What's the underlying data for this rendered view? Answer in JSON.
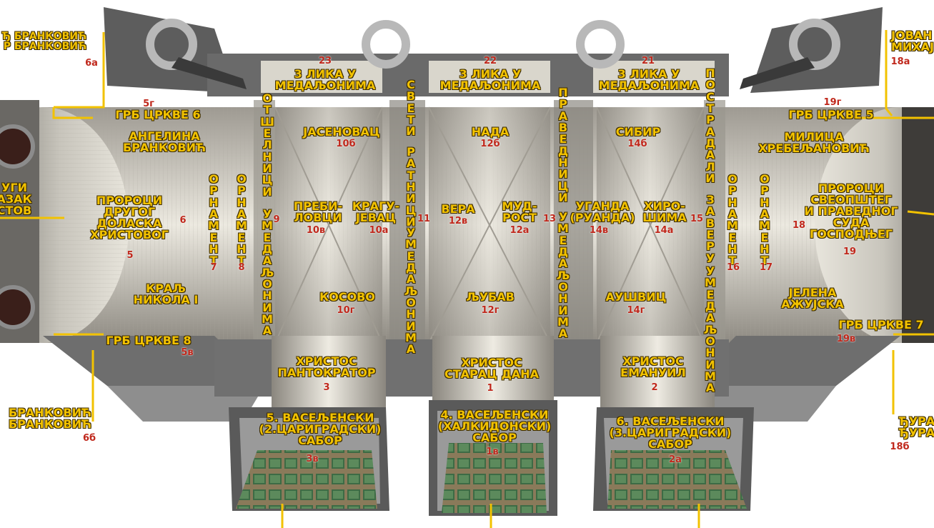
{
  "labels": {
    "pantokrator": "ХРИСТОС\nПАНТОКРАТОР",
    "starac_dana": "ХРИСТОС\nСТАРАЦ ДАНА",
    "emanuil": "ХРИСТОС\nЕМАНУИЛ",
    "sabor5": "5. ВАСЕЉЕНСКИ\n(2.ЦАРИГРАДСКИ)\nСАБОР",
    "sabor4": "4. ВАСЕЉЕНСКИ\n(ХАЛКИДОНСКИ)\nСАБОР",
    "sabor6": "6. ВАСЕЉЕНСКИ\n(3.ЦАРИГРАДСКИ)\nСАБОР",
    "tri_lika": "3 ЛИКА У\nМЕДАЉОНИМА",
    "jasenovac": "ЈАСЕНОВАЦ",
    "nada": "НАДА",
    "sibir": "СИБИР",
    "prebilovci": "ПРЕБИ-\nЛОВЦИ",
    "kragujevac": "КРАГУ-\nЈЕВАЦ",
    "vera": "ВЕРА",
    "mudrost": "МУД-\nРОСТ",
    "uganda": "УГАНДА\n(РУАНДА)",
    "hirosima": "ХИРО-\nШИМА",
    "kosovo": "КОСОВО",
    "ljubav": "ЉУБАВ",
    "ausvic": "АУШВИЦ",
    "angelina": "АНГЕЛИНА\nБРАНКОВИЋ",
    "proroci_drugog": "ПРОРОЦИ\nДРУГОГ\nДОЛАСКА\nХРИСТОВОГ",
    "kralj_nikola": "КРАЉ\nНИКОЛА I",
    "milica": "МИЛИЦА\nХРЕБЕЉАНОВИЋ",
    "proroci_suda": "ПРОРОЦИ\nСВЕОПШТЕГ\nИ ПРАВЕДНОГ\nСУДА\nГОСПОДЊЕГ",
    "jelena": "ЈЕЛЕНА\nАЖУЈСКА",
    "grb6": "ГРБ ЦРКВЕ 6",
    "grb5": "ГРБ ЦРКВЕ 5",
    "grb8": "ГРБ ЦРКВЕ 8",
    "grb7": "ГРБ ЦРКВЕ 7",
    "brankovic_top": "Ђ БРАНКОВИЋ\nР БРАНКОВИЋ",
    "brankovic_bot": "БРАНКОВИЋ\nБРАНКОВИЋ",
    "jovan_mihajlo": "ЈОВАН\nМИХАЈ",
    "djura": "ЂУРА\nЂУРА",
    "drugi_dolazak_left": "УГИ\nАЗАК\nСТОВ",
    "ornament": "ОРНАМЕНТ",
    "otselnici": "ОТШЕЛНИЦИ",
    "u_medaljonima": "У МЕДАЉОНИМА",
    "sveti": "СВЕТИ",
    "ratnici": "РАТНИЦИ",
    "pravednici": "ПРАВЕДНИЦИ",
    "postradali": "ПОСТРАДАЛИ",
    "za_veru": "ЗА ВЕРУ"
  },
  "numbers": {
    "n1": "1",
    "n1v": "1в",
    "n2": "2",
    "n2a": "2а",
    "n3": "3",
    "n3v": "3в",
    "n5": "5",
    "n5g": "5г",
    "n5v": "5в",
    "n6": "6",
    "n6a": "6а",
    "n6b": "6б",
    "n7": "7",
    "n8": "8",
    "n9": "9",
    "n10b": "10б",
    "n10v": "10в",
    "n10a": "10а",
    "n10g": "10г",
    "n11": "11",
    "n12b": "12б",
    "n12v": "12в",
    "n12a": "12а",
    "n12g": "12г",
    "n13": "13",
    "n14b": "14б",
    "n14v": "14в",
    "n14a": "14а",
    "n14g": "14г",
    "n15": "15",
    "n16": "16",
    "n17": "17",
    "n18": "18",
    "n18a": "18а",
    "n18b": "18б",
    "n19": "19",
    "n19g": "19г",
    "n19v": "19в",
    "n21": "21",
    "n22": "22",
    "n23": "23"
  },
  "colors": {
    "label": "#f2c200",
    "number": "#c0281c",
    "outline": "#3a2a00",
    "vault_light": "#e9e6dc",
    "vault_mid": "#bdb9ae",
    "vault_dark": "#6f6c66",
    "wall_dark": "#4a4a4a",
    "floor_green": "#3d6b45"
  }
}
